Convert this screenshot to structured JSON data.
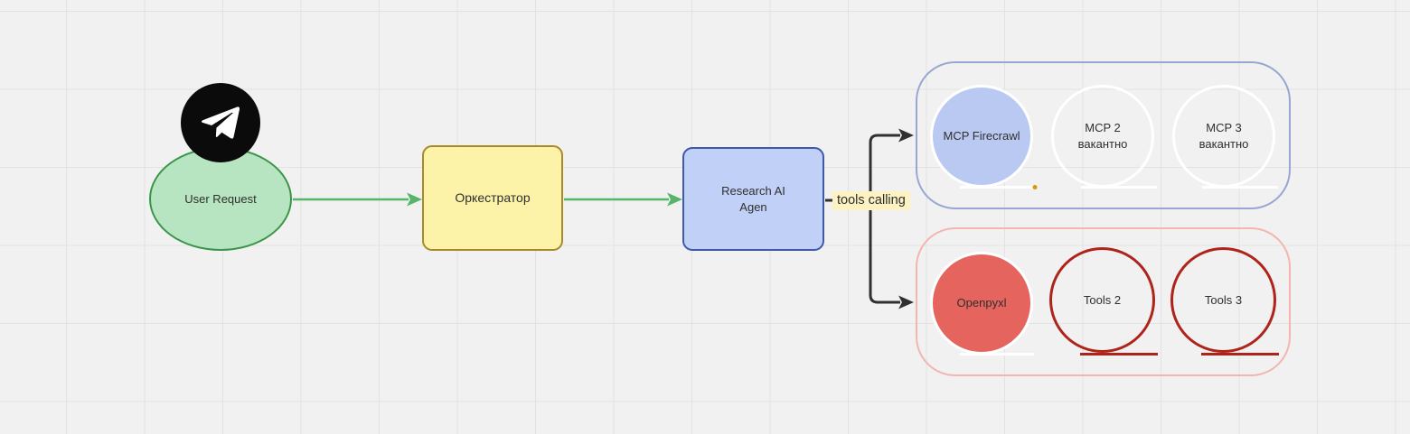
{
  "diagram": {
    "nodes": {
      "user_request": {
        "label": "User Request",
        "shape": "ellipse",
        "icon": "telegram-icon"
      },
      "orchestrator": {
        "label": "Оркестратор",
        "shape": "rounded-rect"
      },
      "research_agent": {
        "label": "Research AI\nAgen",
        "shape": "rounded-rect"
      },
      "mcp_group": {
        "shape": "rounded-container",
        "items": [
          {
            "label": "MCP Firecrawl",
            "shape": "tape-circle",
            "state": "active"
          },
          {
            "label": "MCP 2\nвакантно",
            "shape": "tape-circle",
            "state": "vacant"
          },
          {
            "label": "MCP 3\nвакантно",
            "shape": "tape-circle",
            "state": "vacant"
          }
        ]
      },
      "tools_group": {
        "shape": "rounded-container",
        "items": [
          {
            "label": "Openpyxl",
            "shape": "tape-circle",
            "state": "active"
          },
          {
            "label": "Tools 2",
            "shape": "tape-circle",
            "state": "vacant"
          },
          {
            "label": "Tools 3",
            "shape": "tape-circle",
            "state": "vacant"
          }
        ]
      }
    },
    "edges": {
      "user_to_orchestrator": {
        "style": "green-arrow"
      },
      "orchestrator_to_agent": {
        "style": "green-arrow"
      },
      "tools_calling": {
        "label": "tools calling",
        "style": "black-branch-arrow"
      }
    }
  },
  "colors": {
    "canvas_bg": "#f0f1f0",
    "grid_line": "#e2e2e2",
    "text": "#2f2f2f",
    "green_fill": "#b7e5c2",
    "green_stroke": "#3a9549",
    "arrow_green": "#55b569",
    "yellow_fill": "#fcf3a8",
    "yellow_stroke": "#a78a2b",
    "blue_fill": "#c1d0f6",
    "blue_stroke": "#3d59a8",
    "mcp_group_stroke": "#98a7d1",
    "circle_blue_fill": "#b9c9f2",
    "red_fill": "#e5645d",
    "tools_group_stroke": "#f3b5b2",
    "tools_circle_stroke": "#ae241b",
    "edge_black": "#303030",
    "label_bg": "#fcf2c2",
    "connection_dot": "#d79b00"
  }
}
